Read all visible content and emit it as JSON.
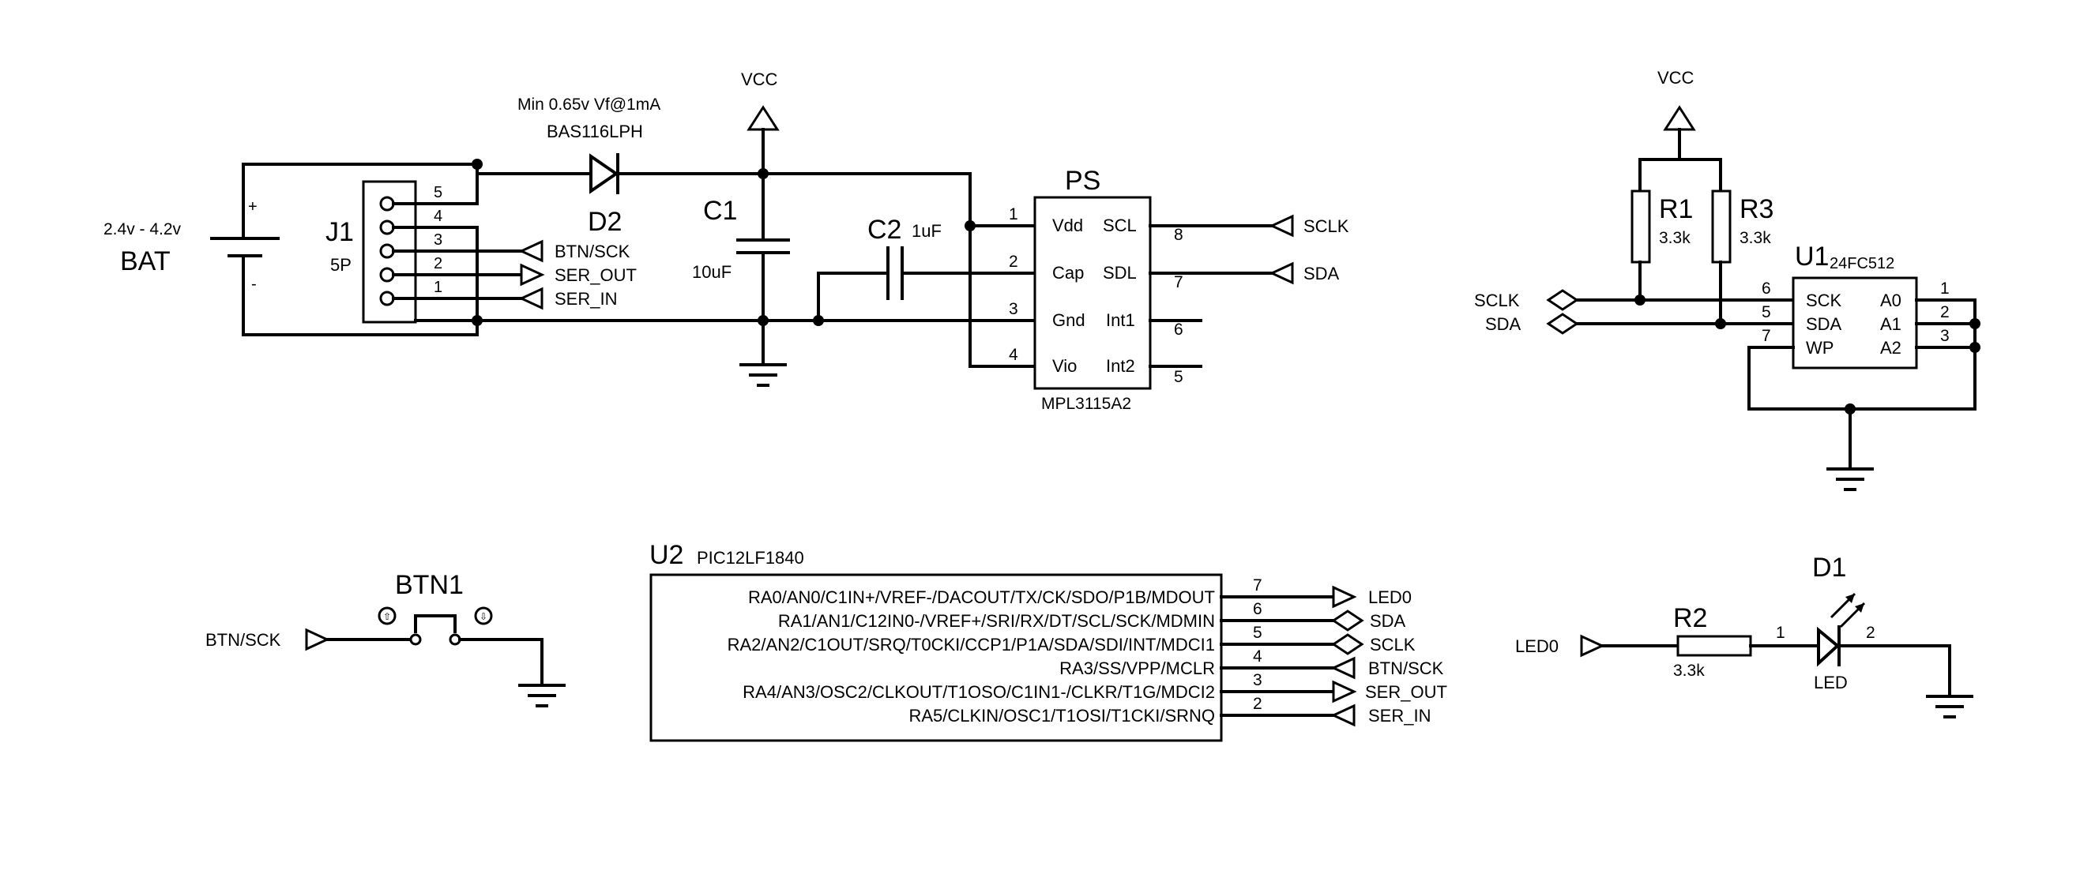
{
  "battery": {
    "range": "2.4v - 4.2v",
    "name": "BAT",
    "plus": "+",
    "minus": "-"
  },
  "j1": {
    "name": "J1",
    "value": "5P",
    "pins": [
      "5",
      "4",
      "3",
      "2",
      "1"
    ]
  },
  "d2": {
    "note": "Min 0.65v Vf@1mA",
    "part": "BAS116LPH",
    "name": "D2"
  },
  "c1": {
    "name": "C1",
    "value": "10uF"
  },
  "c2": {
    "name": "C2",
    "value": "1uF"
  },
  "vcc_left": "VCC",
  "vcc_right": "VCC",
  "ps": {
    "name": "PS",
    "part": "MPL3115A2",
    "left_pins": [
      {
        "num": "1",
        "name": "Vdd"
      },
      {
        "num": "2",
        "name": "Cap"
      },
      {
        "num": "3",
        "name": "Gnd"
      },
      {
        "num": "4",
        "name": "Vio"
      }
    ],
    "right_pins": [
      {
        "num": "8",
        "name": "SCL"
      },
      {
        "num": "7",
        "name": "SDL"
      },
      {
        "num": "6",
        "name": "Int1"
      },
      {
        "num": "5",
        "name": "Int2"
      }
    ]
  },
  "nets": {
    "btn_sck": "BTN/SCK",
    "ser_out": "SER_OUT",
    "ser_in": "SER_IN",
    "sclk": "SCLK",
    "sda": "SDA",
    "led0": "LED0"
  },
  "r1": {
    "name": "R1",
    "value": "3.3k"
  },
  "r3": {
    "name": "R3",
    "value": "3.3k"
  },
  "u1": {
    "name": "U1",
    "part": "24FC512",
    "left_pins": [
      {
        "num": "6",
        "name": "SCK"
      },
      {
        "num": "5",
        "name": "SDA"
      },
      {
        "num": "7",
        "name": "WP"
      }
    ],
    "right_pins": [
      {
        "num": "1",
        "name": "A0"
      },
      {
        "num": "2",
        "name": "A1"
      },
      {
        "num": "3",
        "name": "A2"
      }
    ]
  },
  "btn1": {
    "name": "BTN1",
    "pressed_symbol": "⇩",
    "released_symbol": "⇧"
  },
  "u2": {
    "name": "U2",
    "part": "PIC12LF1840",
    "pins": [
      {
        "num": "7",
        "name": "RA0/AN0/C1IN+/VREF-/DACOUT/TX/CK/SDO/P1B/MDOUT"
      },
      {
        "num": "6",
        "name": "RA1/AN1/C12IN0-/VREF+/SRI/RX/DT/SCL/SCK/MDMIN"
      },
      {
        "num": "5",
        "name": "RA2/AN2/C1OUT/SRQ/T0CKI/CCP1/P1A/SDA/SDI/INT/MDCI1"
      },
      {
        "num": "4",
        "name": "RA3/SS/VPP/MCLR"
      },
      {
        "num": "3",
        "name": "RA4/AN3/OSC2/CLKOUT/T1OSO/C1IN1-/CLKR/T1G/MDCI2"
      },
      {
        "num": "2",
        "name": "RA5/CLKIN/OSC1/T1OSI/T1CKI/SRNQ"
      }
    ]
  },
  "r2": {
    "name": "R2",
    "value": "3.3k",
    "pin1": "1",
    "pin2": "2"
  },
  "d1": {
    "name": "D1",
    "value": "LED"
  }
}
